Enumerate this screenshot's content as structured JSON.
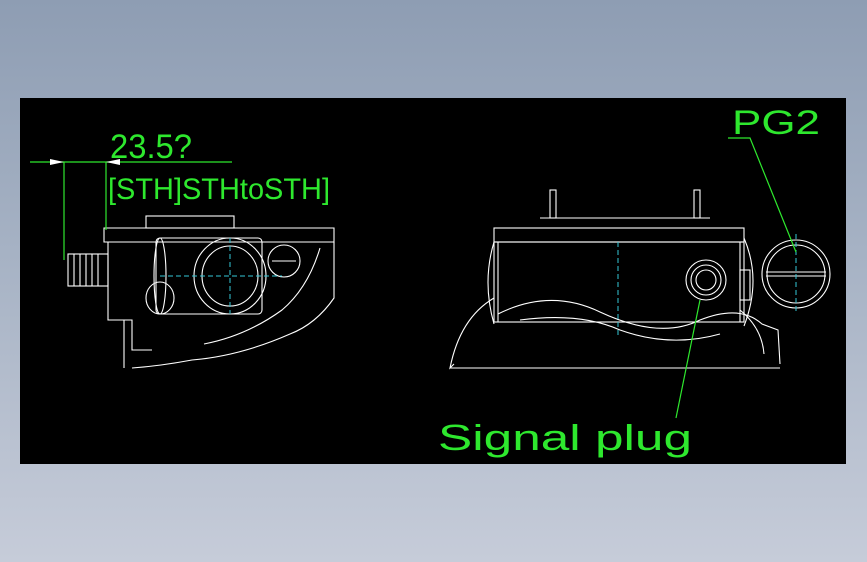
{
  "drawing": {
    "dimension_value": "23.5?",
    "dimension_subtext": "[STH]STHtoSTH]",
    "label_pg2": "PG2",
    "label_signal_plug": "Signal plug"
  },
  "colors": {
    "background": "#000000",
    "annotation": "#2ee82e",
    "outline": "#ffffff",
    "centerline": "#33c8d8"
  }
}
